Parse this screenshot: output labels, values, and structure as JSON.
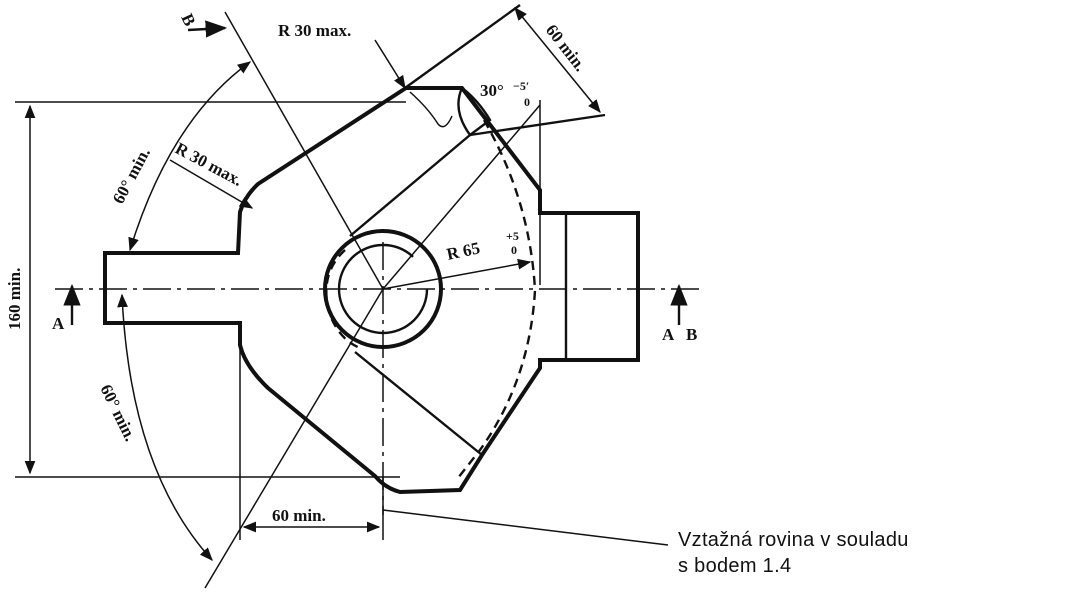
{
  "labels": {
    "r30_top": "R 30 max.",
    "r30_left": "R 30 max.",
    "angle_top": "60° min.",
    "angle_bottom": "60° min.",
    "height_160": "160 min.",
    "len_60_right": "60 min.",
    "len_60_bottom": "60 min.",
    "angle_30_main": "30°",
    "angle_30_tol": "−5′",
    "angle_30_tol_low": "0",
    "r65_main": "R 65",
    "r65_tol_up": "+5",
    "r65_tol_low": "0",
    "section_a_left": "A",
    "section_a_right": "A",
    "section_b_top": "B",
    "section_b_right": "B"
  },
  "note": {
    "line1": "Vztažná rovina v souladu",
    "line2": "s bodem 1.4"
  }
}
